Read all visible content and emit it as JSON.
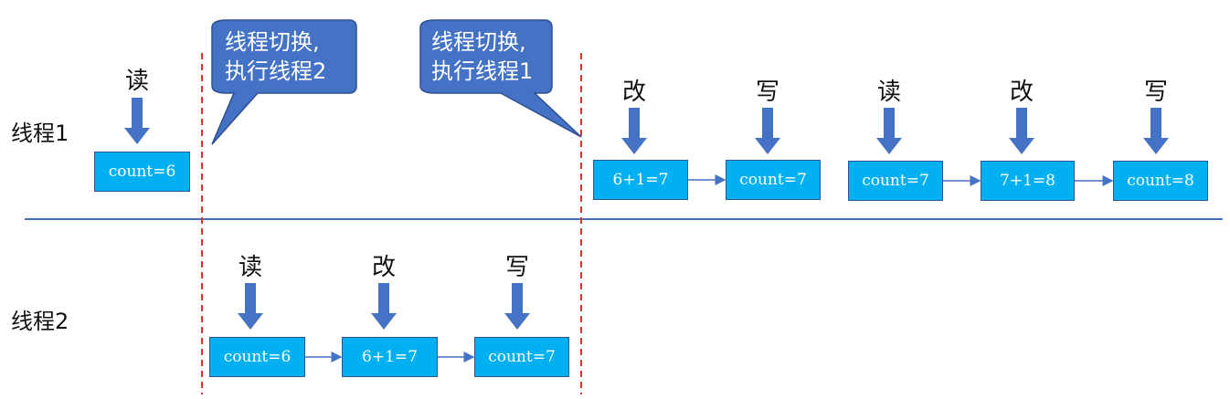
{
  "threads": [
    {
      "label": "线程1"
    },
    {
      "label": "线程2"
    }
  ],
  "callouts": [
    {
      "line1": "线程切换,",
      "line2": "执行线程2"
    },
    {
      "line1": "线程切换,",
      "line2": "执行线程1"
    }
  ],
  "thread1": {
    "ops": [
      "读",
      "改",
      "写",
      "读",
      "改",
      "写"
    ],
    "boxes": [
      "count=6",
      "6+1=7",
      "count=7",
      "count=7",
      "7+1=8",
      "count=8"
    ]
  },
  "thread2": {
    "ops": [
      "读",
      "改",
      "写"
    ],
    "boxes": [
      "count=6",
      "6+1=7",
      "count=7"
    ]
  },
  "colors": {
    "box_fill": "#00b0f0",
    "box_border": "#2f5597",
    "arrow": "#4472c4",
    "divider": "#4472c4",
    "dashed": "#e03030",
    "callout_fill": "#4472c4",
    "callout_border": "#2f4f8f"
  }
}
